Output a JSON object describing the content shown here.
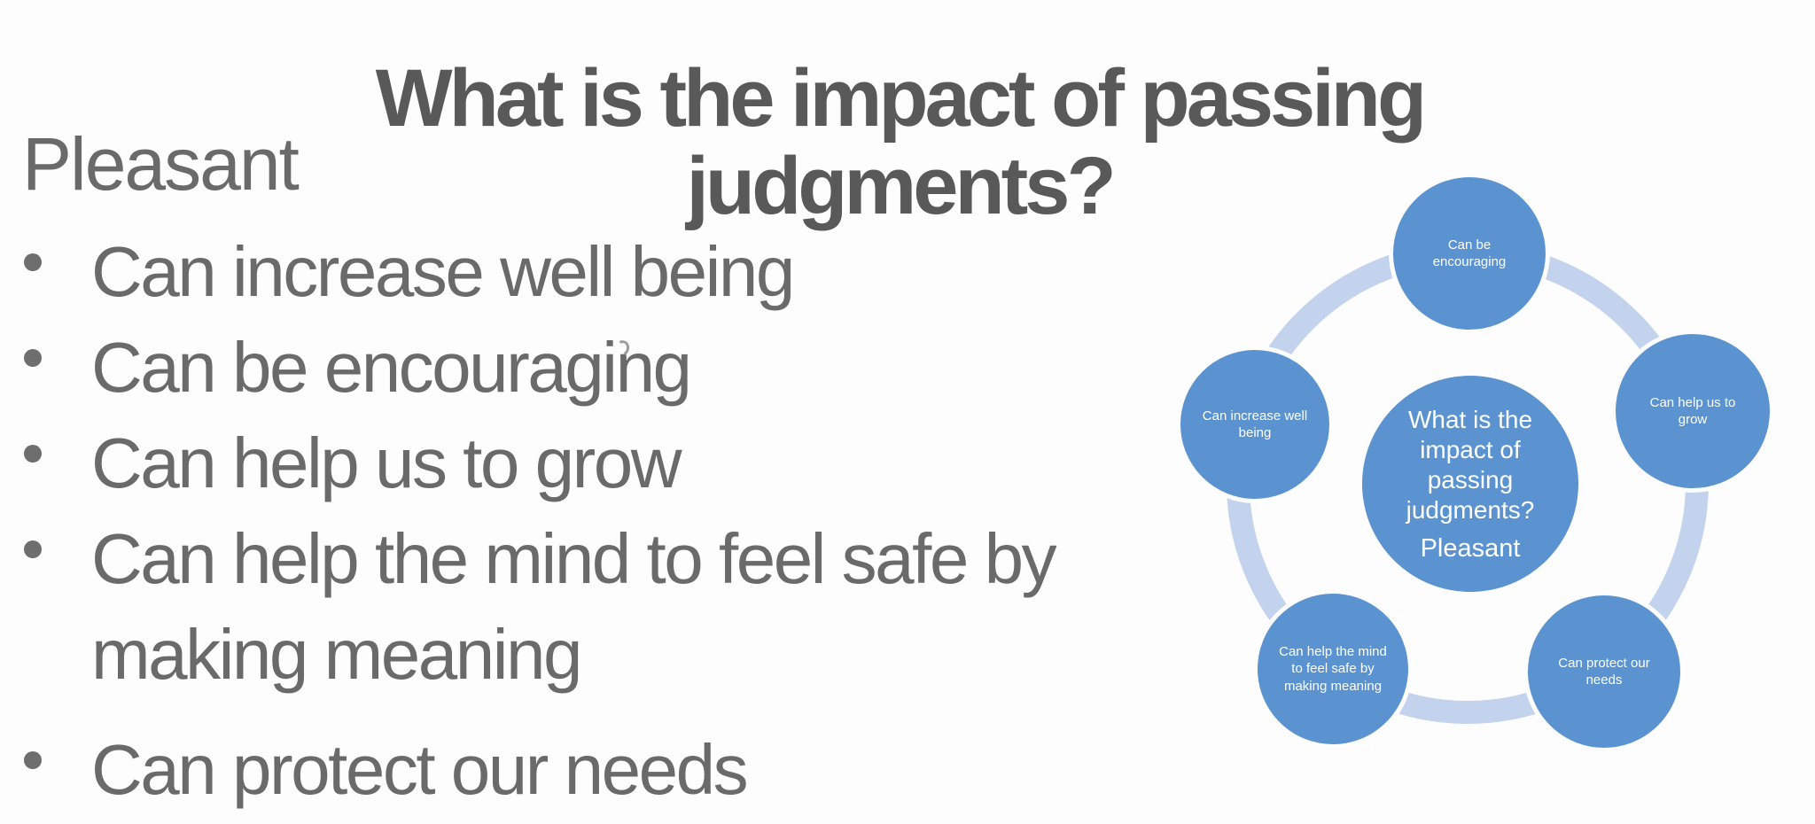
{
  "slide": {
    "title": "What is the impact of passing judgments?",
    "left": {
      "heading": "Pleasant",
      "bullets": [
        "Can increase well being",
        "Can be encouraging",
        "Can help us to grow",
        "Can help the mind to feel safe by making meaning",
        "Can protect our needs"
      ]
    },
    "diagram": {
      "type": "cycle",
      "center": {
        "question": "What is the impact of passing judgments?",
        "label": "Pleasant"
      },
      "nodes": [
        "Can be encouraging",
        "Can help us to grow",
        "Can protect our needs",
        "Can help the mind to feel safe by making meaning",
        "Can increase well being"
      ],
      "colors": {
        "node_fill": "#5b93d0",
        "ring": "#c3d3ee",
        "node_text": "#ffffff"
      }
    },
    "colors": {
      "title_text": "#595959",
      "body_text": "#6a6a6a",
      "background": "#fdfdfd"
    }
  }
}
